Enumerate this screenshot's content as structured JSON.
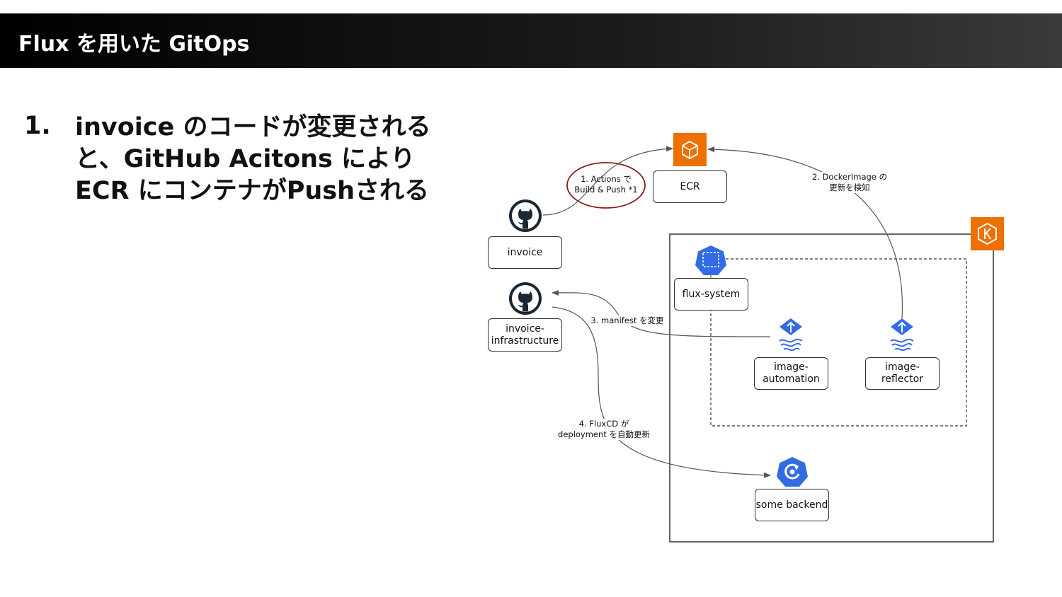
{
  "header": {
    "title": "Flux を用いた GitOps"
  },
  "step": {
    "number": "1.",
    "lines": [
      "invoice のコードが変更される",
      "と、GitHub Acitons により",
      "ECR にコンテナがPushされる"
    ]
  },
  "diagram": {
    "nodes": {
      "ecr": "ECR",
      "invoice": "invoice",
      "invoice_infra": [
        "invoice-",
        "infrastructure"
      ],
      "flux_system": "flux-system",
      "image_automation": [
        "image-",
        "automation"
      ],
      "image_reflector": "image-reflector",
      "some_backend": "some backend"
    },
    "edge_labels": {
      "actions": [
        "1. Actions で",
        "Build & Push *1"
      ],
      "docker_image": [
        "2. DockerImage の",
        "更新を検知"
      ],
      "manifest": "3. manifest を変更",
      "fluxcd": [
        "4. FluxCD が",
        "deployment を自動更新"
      ]
    },
    "icons": [
      "github-icon",
      "ecr-icon",
      "eks-icon",
      "flux-system-icon",
      "image-automation-icon",
      "image-reflector-icon",
      "deployment-icon"
    ],
    "colors": {
      "aws_orange": "#ED7100",
      "k8s_blue": "#326CE5",
      "highlight_circle": "#8B1A1A",
      "github_dark": "#1b2733"
    }
  }
}
